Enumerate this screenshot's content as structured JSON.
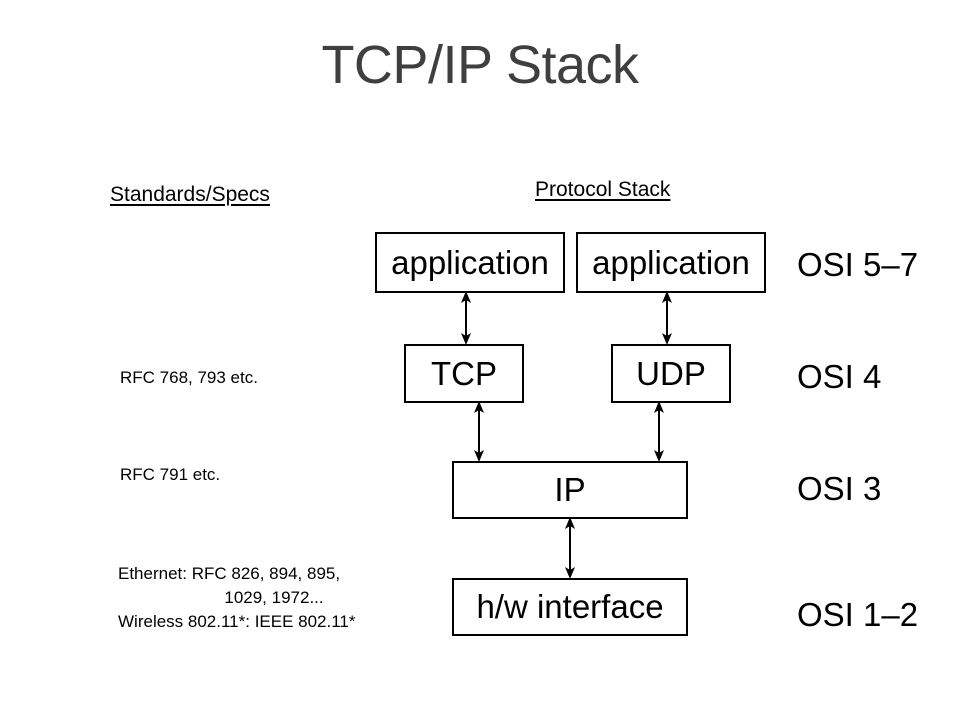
{
  "slide": {
    "title": "TCP/IP Stack",
    "background_color": "#ffffff",
    "title_color": "#3f3f3f",
    "ink_color": "#000000"
  },
  "headings": {
    "left": "Standards/Specs",
    "right": "Protocol Stack"
  },
  "standards_column": {
    "transport": "RFC 768, 793 etc.",
    "network": "RFC 791 etc.",
    "link_line_1": "Ethernet: RFC 826, 894, 895,",
    "link_line_2": "1029, 1972...",
    "link_line_3": "Wireless 802.11*: IEEE 802.11*"
  },
  "protocol_stack": {
    "application_left": "application",
    "application_right": "application",
    "tcp": "TCP",
    "udp": "UDP",
    "ip": "IP",
    "hardware": "h/w interface"
  },
  "osi_layers": {
    "session_to_application": "OSI 5–7",
    "transport": "OSI 4",
    "network": "OSI 3",
    "physical_to_datalink": "OSI 1–2"
  },
  "connectors": [
    {
      "name": "application-left-to-tcp",
      "arrowheads": "both"
    },
    {
      "name": "application-right-to-udp",
      "arrowheads": "both"
    },
    {
      "name": "tcp-to-ip",
      "arrowheads": "both"
    },
    {
      "name": "udp-to-ip",
      "arrowheads": "both"
    },
    {
      "name": "ip-to-hardware",
      "arrowheads": "both"
    }
  ]
}
